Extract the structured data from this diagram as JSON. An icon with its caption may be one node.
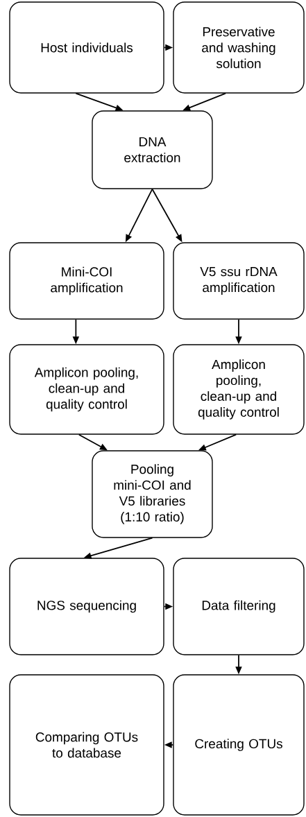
{
  "diagram": {
    "nodes": [
      {
        "text": [
          "Host individuals"
        ]
      },
      {
        "text": [
          "Preservative and washing solution"
        ]
      },
      {
        "text": [
          "DNA extraction"
        ]
      },
      {
        "text": [
          "Mini-COI amplification"
        ]
      },
      {
        "text": [
          "V5 ssu rDNA amplification"
        ]
      },
      {
        "text": [
          "Amplicon pooling, clean-up and quality control"
        ]
      },
      {
        "text": [
          "Amplicon pooling, clean-up and quality control"
        ]
      },
      {
        "text": [
          "Pooling mini-COI and V5 libraries (1:10 ratio)"
        ]
      },
      {
        "text": [
          "NGS sequencing"
        ]
      },
      {
        "text": [
          "Data filtering"
        ]
      },
      {
        "text": [
          "Creating OTUs"
        ]
      },
      {
        "text": [
          "Comparing OTUs to database"
        ]
      }
    ],
    "edges": [
      {
        "from": 0,
        "to": 1,
        "arrow": "to"
      },
      {
        "from": 0,
        "to": 2,
        "arrow": "to"
      },
      {
        "from": 1,
        "to": 2,
        "arrow": "to"
      },
      {
        "from": 2,
        "to": 3,
        "arrow": "to"
      },
      {
        "from": 2,
        "to": 4,
        "arrow": "to"
      },
      {
        "from": 3,
        "to": 5,
        "arrow": "to"
      },
      {
        "from": 4,
        "to": 6,
        "arrow": "to"
      },
      {
        "from": 5,
        "to": 7,
        "arrow": "to"
      },
      {
        "from": 6,
        "to": 7,
        "arrow": "to"
      },
      {
        "from": 7,
        "to": 8,
        "arrow": "to"
      },
      {
        "from": 8,
        "to": 9,
        "arrow": "to"
      },
      {
        "from": 9,
        "to": 10,
        "arrow": "to"
      },
      {
        "from": 10,
        "to": 11,
        "arrow": "to"
      }
    ]
  }
}
